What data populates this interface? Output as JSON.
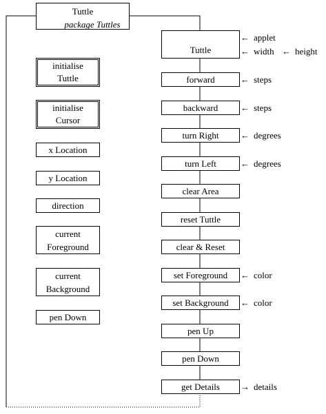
{
  "class_box": {
    "name": "Tuttle",
    "package": "package Tuttles"
  },
  "constructors": [
    {
      "label": "initialise\nTuttle"
    },
    {
      "label": "initialise\nCursor"
    }
  ],
  "state_methods": [
    "x Location",
    "y Location",
    "direction",
    "current\nForeground",
    "current\nBackground",
    "pen Down"
  ],
  "main_chain": {
    "constructor": {
      "label": "Tuttle",
      "params": {
        "applet": "applet",
        "width": "width",
        "height": "height"
      }
    },
    "methods": [
      {
        "label": "forward",
        "param": "steps"
      },
      {
        "label": "backward",
        "param": "steps"
      },
      {
        "label": "turn Right",
        "param": "degrees"
      },
      {
        "label": "turn Left",
        "param": "degrees"
      },
      {
        "label": "clear Area",
        "param": ""
      },
      {
        "label": "reset Tuttle",
        "param": ""
      },
      {
        "label": "clear & Reset",
        "param": ""
      },
      {
        "label": "set Foreground",
        "param": "color"
      },
      {
        "label": "set Background",
        "param": "color"
      },
      {
        "label": "pen Up",
        "param": ""
      },
      {
        "label": "pen Down",
        "param": ""
      },
      {
        "label": "get Details",
        "param": "details",
        "direction": "out"
      }
    ]
  },
  "arrow_glyph": "←",
  "out_arrow_glyph": "→"
}
